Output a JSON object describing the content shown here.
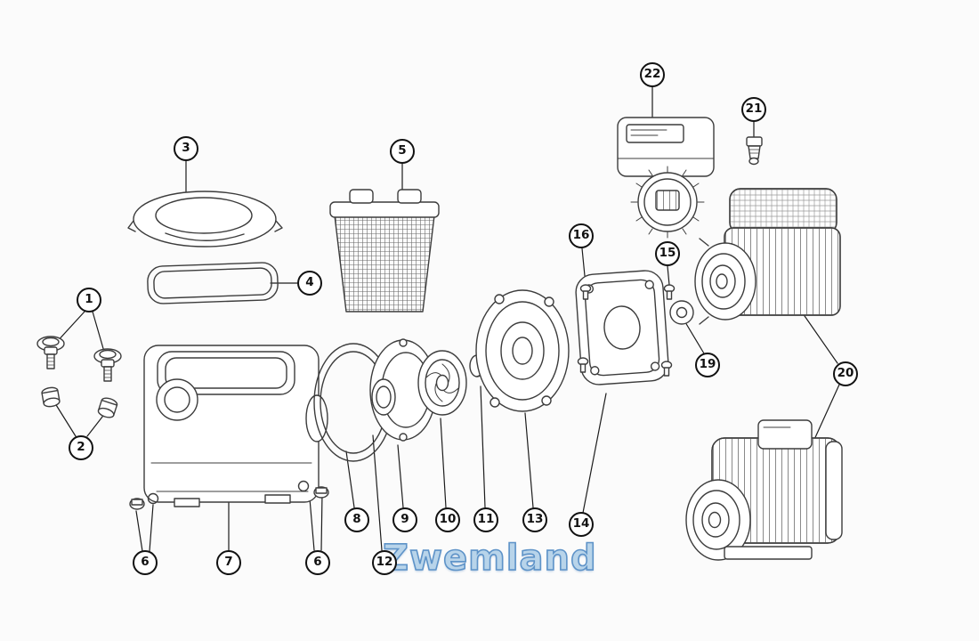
{
  "watermark": {
    "text": "Zwemland",
    "fill": "#b8d4ea",
    "outline": "#5e93c8"
  },
  "callouts": [
    {
      "label": "1"
    },
    {
      "label": "2"
    },
    {
      "label": "3"
    },
    {
      "label": "4"
    },
    {
      "label": "5"
    },
    {
      "label": "6"
    },
    {
      "label": "6"
    },
    {
      "label": "7"
    },
    {
      "label": "8"
    },
    {
      "label": "9"
    },
    {
      "label": "10"
    },
    {
      "label": "11"
    },
    {
      "label": "12"
    },
    {
      "label": "13"
    },
    {
      "label": "14"
    },
    {
      "label": "15"
    },
    {
      "label": "16"
    },
    {
      "label": "19"
    },
    {
      "label": "20"
    },
    {
      "label": "21"
    },
    {
      "label": "22"
    }
  ]
}
